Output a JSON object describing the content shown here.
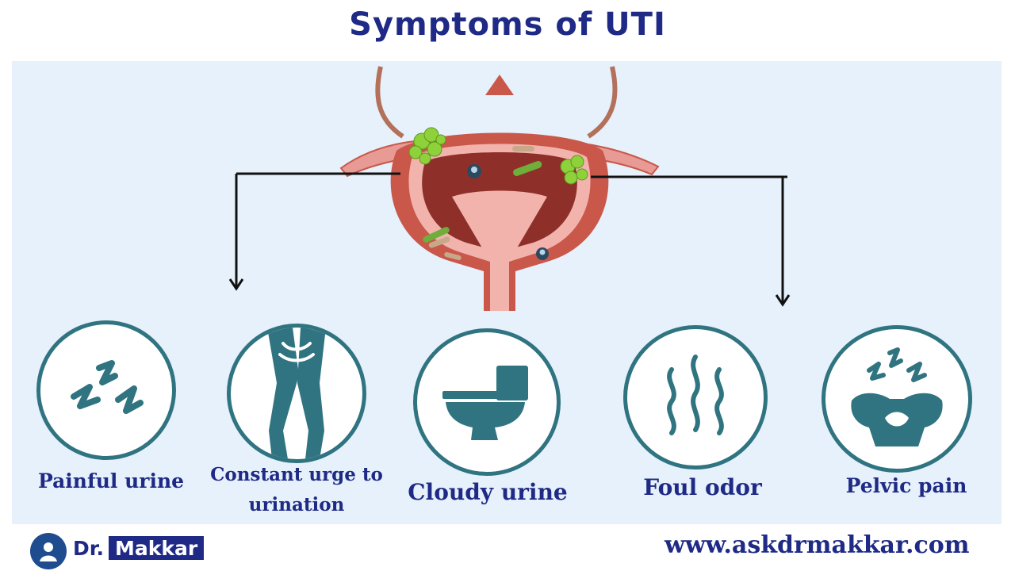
{
  "title": "Symptoms of UTI",
  "symptoms": [
    {
      "label": "Painful urine",
      "icon": "pain-squiggle-icon"
    },
    {
      "label": "Constant urge to urination",
      "icon": "legs-crossed-icon"
    },
    {
      "label": "Cloudy urine",
      "icon": "toilet-icon"
    },
    {
      "label": "Foul odor",
      "icon": "odor-waves-icon"
    },
    {
      "label": "Pelvic pain",
      "icon": "pelvis-icon"
    }
  ],
  "logo": {
    "prefix": "Dr.",
    "name": "Makkar"
  },
  "website": "www.askdrmakkar.com",
  "colors": {
    "title": "#1f2a86",
    "panel": "#e6f1fb",
    "icon": "#2f7480",
    "bladder": "#c9574a"
  }
}
